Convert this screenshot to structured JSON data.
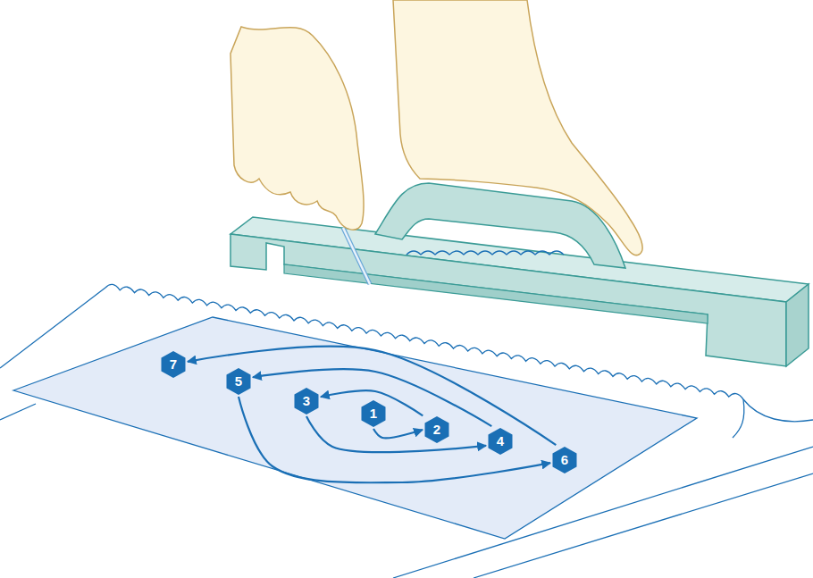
{
  "diagram": {
    "nodes": [
      {
        "text": [
          "1"
        ]
      },
      {
        "text": [
          "2"
        ]
      },
      {
        "text": [
          "3"
        ]
      },
      {
        "text": [
          "4"
        ]
      },
      {
        "text": [
          "5"
        ]
      },
      {
        "text": [
          "6"
        ]
      },
      {
        "text": [
          "7"
        ]
      }
    ],
    "edges": [
      {
        "from": 0,
        "to": 1,
        "arrow": "to"
      },
      {
        "from": 1,
        "to": 2,
        "arrow": "to"
      },
      {
        "from": 2,
        "to": 3,
        "arrow": "to"
      },
      {
        "from": 3,
        "to": 4,
        "arrow": "to"
      },
      {
        "from": 4,
        "to": 5,
        "arrow": "to"
      },
      {
        "from": 5,
        "to": 6,
        "arrow": "to"
      }
    ]
  }
}
